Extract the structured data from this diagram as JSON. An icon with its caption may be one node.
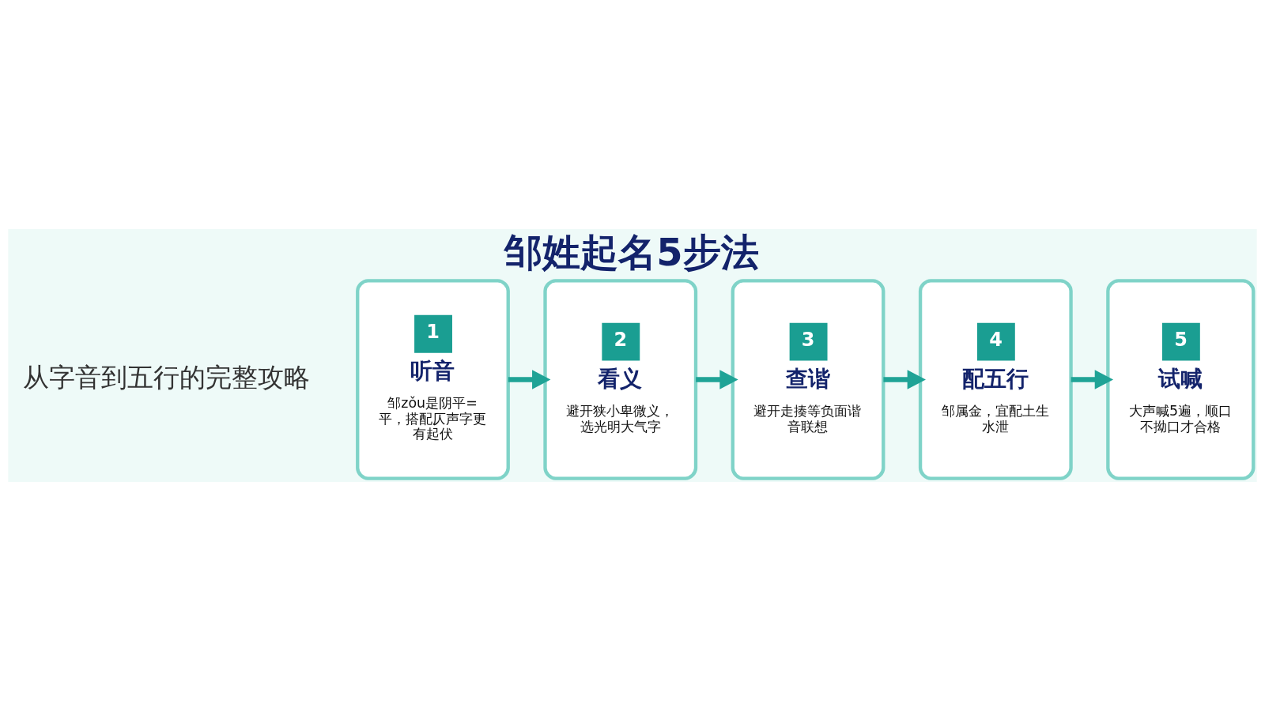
{
  "diagram": {
    "title": "邹姓起名5步法",
    "nodes": [
      {
        "text": [
          "1",
          "听音",
          "邹zǒu是阴平=平，搭配仄声字更有起伏"
        ]
      },
      {
        "text": [
          "2",
          "看义",
          "避开狭小卑微义，选光明大气字"
        ]
      },
      {
        "text": [
          "3",
          "查谐",
          "避开走揍等负面谐音联想"
        ]
      },
      {
        "text": [
          "4",
          "配五行",
          "邹属金，宜配土生水泄"
        ]
      },
      {
        "text": [
          "5",
          "试喊",
          "大声喊5遍，顺口不拗口才合格"
        ]
      }
    ],
    "edges": [
      {
        "from": 0,
        "to": 1,
        "arrow": "to"
      },
      {
        "from": 1,
        "to": 2,
        "arrow": "to"
      },
      {
        "from": 2,
        "to": 3,
        "arrow": "to"
      },
      {
        "from": 3,
        "to": 4,
        "arrow": "to"
      }
    ],
    "labels": [
      "从字音到五行的完整攻略"
    ]
  }
}
